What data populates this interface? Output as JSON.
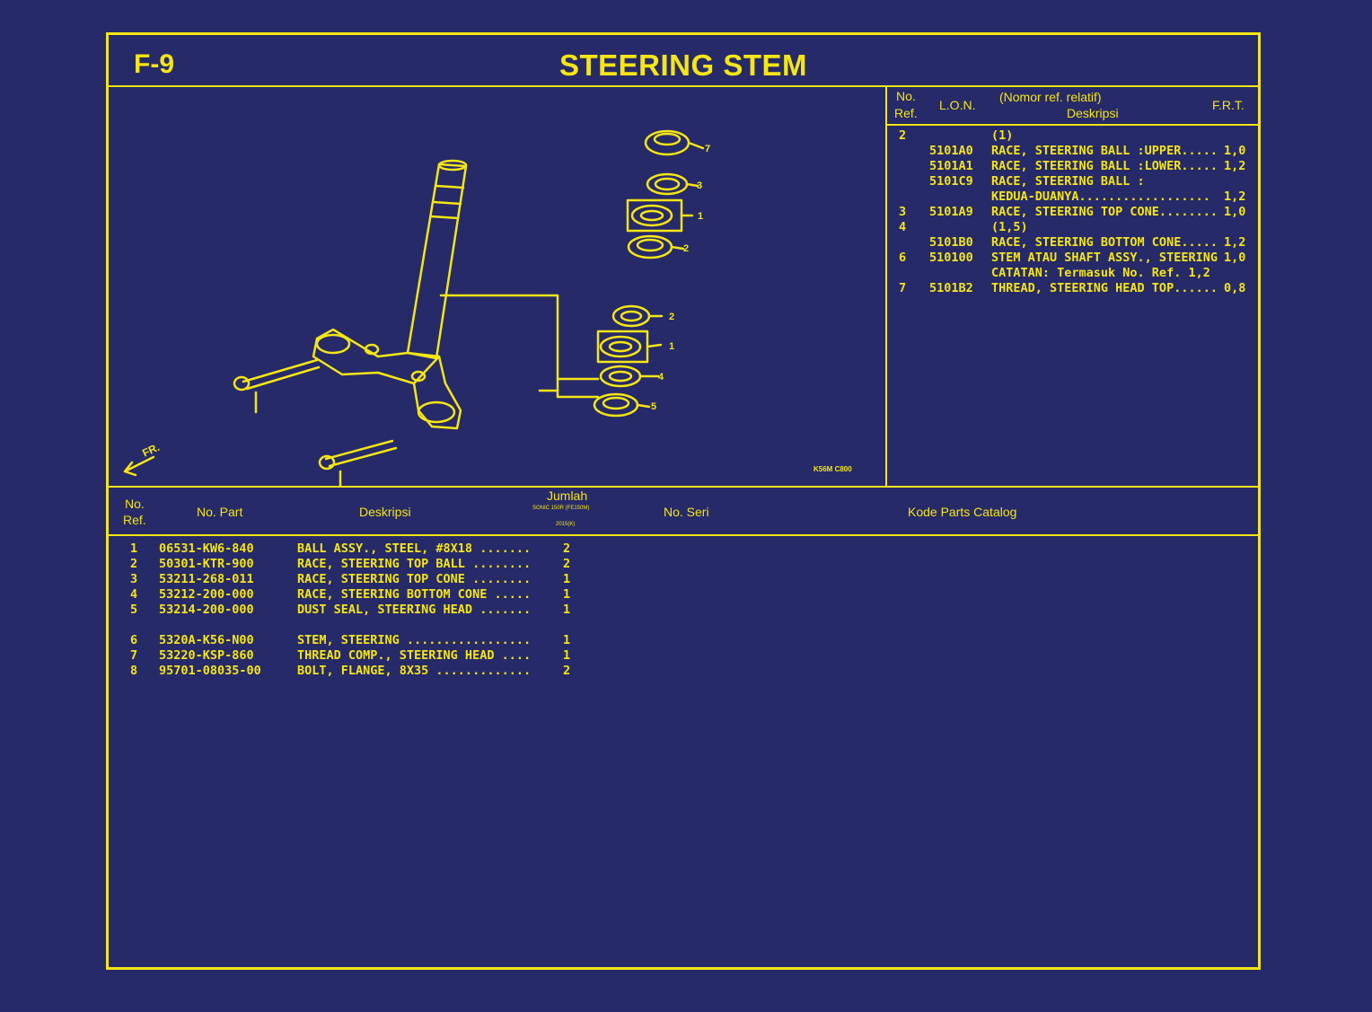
{
  "header": {
    "code": "F-9",
    "title": "STEERING STEM"
  },
  "ref_table": {
    "headers": {
      "no_ref_1": "No.",
      "no_ref_2": "Ref.",
      "lon": "L.O.N.",
      "relative": "(Nomor ref. relatif)",
      "desc": "Deskripsi",
      "frt": "F.R.T."
    },
    "rows": [
      {
        "ref": "2",
        "lon": "",
        "desc": "(1)",
        "frt": ""
      },
      {
        "ref": "",
        "lon": "5101A0",
        "desc": "RACE, STEERING BALL :UPPER.....",
        "frt": "1,0"
      },
      {
        "ref": "",
        "lon": "5101A1",
        "desc": "RACE, STEERING BALL :LOWER.....",
        "frt": "1,2"
      },
      {
        "ref": "",
        "lon": "5101C9",
        "desc": "RACE, STEERING BALL :",
        "frt": ""
      },
      {
        "ref": "",
        "lon": "",
        "desc": "KEDUA-DUANYA..................",
        "frt": "1,2"
      },
      {
        "ref": "3",
        "lon": "5101A9",
        "desc": "RACE, STEERING TOP CONE........",
        "frt": "1,0"
      },
      {
        "ref": "4",
        "lon": "",
        "desc": "(1,5)",
        "frt": ""
      },
      {
        "ref": "",
        "lon": "5101B0",
        "desc": "RACE, STEERING BOTTOM CONE.....",
        "frt": "1,2"
      },
      {
        "ref": "6",
        "lon": "510100",
        "desc": "STEM ATAU SHAFT ASSY., STEERING",
        "frt": "1,0"
      },
      {
        "ref": "",
        "lon": "",
        "desc": "CATATAN: Termasuk No. Ref. 1,2",
        "frt": ""
      },
      {
        "ref": "7",
        "lon": "5101B2",
        "desc": "THREAD, STEERING HEAD TOP......",
        "frt": "0,8"
      }
    ]
  },
  "diagram": {
    "fr_label": "FR.",
    "image_code": "K56M C800",
    "callouts": [
      "7",
      "3",
      "1",
      "2",
      "2",
      "1",
      "4",
      "5"
    ]
  },
  "parts_table": {
    "headers": {
      "no_ref_1": "No.",
      "no_ref_2": "Ref.",
      "no_part": "No. Part",
      "desc": "Deskripsi",
      "qty": "Jumlah",
      "qty_sub1": "SONIC 150R (FE150M)",
      "qty_sub2": "2015(K)",
      "serial": "No. Seri",
      "catalog": "Kode Parts Catalog"
    },
    "rows": [
      {
        "ref": "1",
        "part": "06531-KW6-840",
        "desc": "BALL ASSY., STEEL, #8X18 .......",
        "qty": "2"
      },
      {
        "ref": "2",
        "part": "50301-KTR-900",
        "desc": "RACE, STEERING TOP BALL ........",
        "qty": "2"
      },
      {
        "ref": "3",
        "part": "53211-268-011",
        "desc": "RACE, STEERING TOP CONE ........",
        "qty": "1"
      },
      {
        "ref": "4",
        "part": "53212-200-000",
        "desc": "RACE, STEERING BOTTOM CONE .....",
        "qty": "1"
      },
      {
        "ref": "5",
        "part": "53214-200-000",
        "desc": "DUST SEAL, STEERING HEAD .......",
        "qty": "1"
      },
      {
        "ref": "6",
        "part": "5320A-K56-N00",
        "desc": "STEM, STEERING .................",
        "qty": "1"
      },
      {
        "ref": "7",
        "part": "53220-KSP-860",
        "desc": "THREAD COMP., STEERING HEAD ....",
        "qty": "1"
      },
      {
        "ref": "8",
        "part": "95701-08035-00",
        "desc": "BOLT, FLANGE, 8X35 .............",
        "qty": "2"
      }
    ]
  },
  "colors": {
    "background": "#272a68",
    "accent": "#f5e614"
  }
}
